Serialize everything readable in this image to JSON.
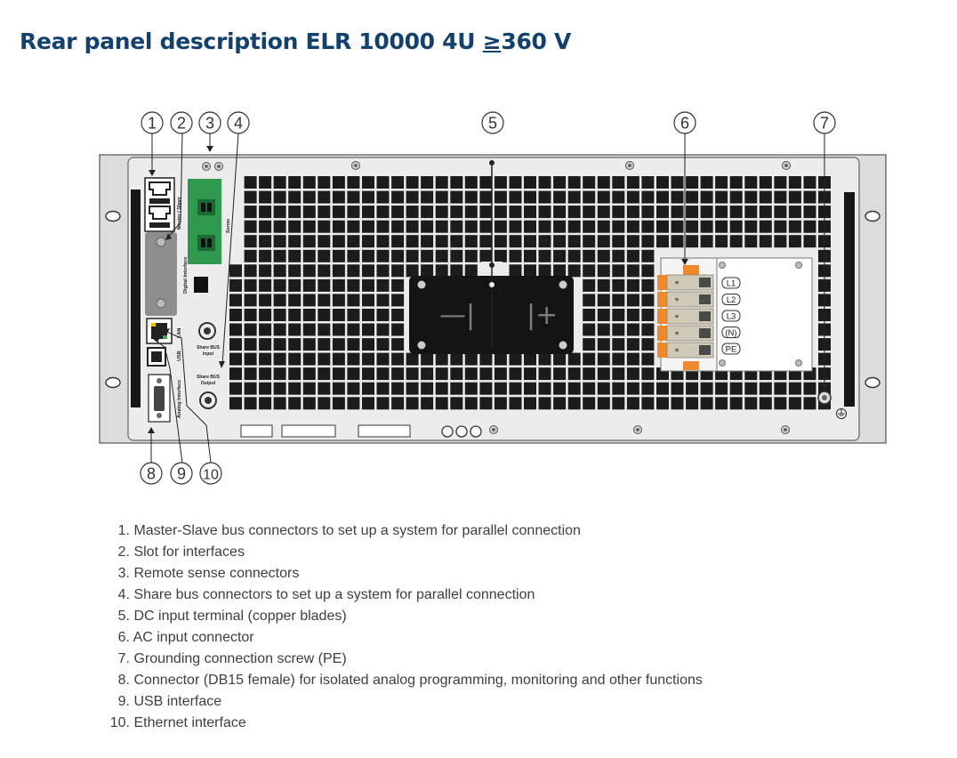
{
  "title": {
    "prefix": "Rear panel description ELR 10000 4U ",
    "ge": "≥",
    "suffix": "360 V"
  },
  "callouts": [
    "1",
    "2",
    "3",
    "4",
    "5",
    "6",
    "7",
    "8",
    "9",
    "10"
  ],
  "panel_labels": {
    "master_slave": "Master / Slave",
    "digital_interface": "Digital Interface",
    "sense": "Sense",
    "lan": "LAN",
    "usb": "USB",
    "analog_interface": "Analog Interface",
    "share_bus_input_1": "Share BUS",
    "share_bus_input_2": "Input",
    "share_bus_output_1": "Share BUS",
    "share_bus_output_2": "Output",
    "dc_minus": "—|",
    "dc_plus": "|+"
  },
  "ac_terminals": [
    "L1",
    "L2",
    "L3",
    "(N)",
    "PE"
  ],
  "legend": [
    {
      "num": "1.",
      "text": "Master-Slave bus connectors to set up a system for parallel connection"
    },
    {
      "num": "2.",
      "text": "Slot for interfaces"
    },
    {
      "num": "3.",
      "text": "Remote sense connectors"
    },
    {
      "num": "4.",
      "text": "Share bus connectors to set up a system for parallel connection"
    },
    {
      "num": "5.",
      "text": "DC input terminal (copper blades)"
    },
    {
      "num": "6.",
      "text": "AC input connector"
    },
    {
      "num": "7.",
      "text": "Grounding connection screw (PE)"
    },
    {
      "num": "8.",
      "text": "Connector (DB15 female) for isolated analog programming, monitoring and other functions"
    },
    {
      "num": "9.",
      "text": "USB interface"
    },
    {
      "num": "10.",
      "text": "Ethernet interface"
    }
  ],
  "colors": {
    "title": "#14406e",
    "text": "#3e3e3e",
    "vent": "#1c1c1c",
    "panel": "#ececec",
    "green_connector": "#2f9a4f",
    "orange_lever": "#ee8a2c"
  }
}
